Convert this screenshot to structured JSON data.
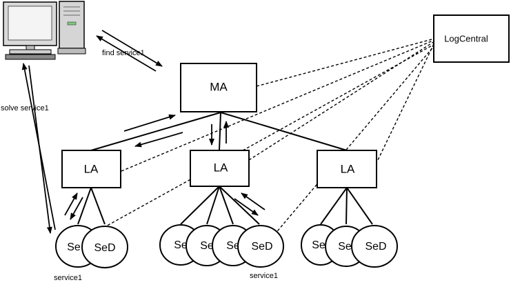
{
  "nodes": {
    "ma": "MA",
    "log_central": "LogCentral",
    "la_1": "LA",
    "la_2": "LA",
    "la_3": "LA",
    "sed_1a": "Se",
    "sed_1b": "SeD",
    "sed_2a": "Se",
    "sed_2b": "Se",
    "sed_2c": "Se",
    "sed_2d": "SeD",
    "sed_3a": "Se",
    "sed_3b": "Se",
    "sed_3c": "SeD"
  },
  "labels": {
    "find_service": "find service1",
    "solve_service": "solve service1",
    "service_left": "service1",
    "service_mid": "service1"
  },
  "icons": {
    "client": "computer-workstation-icon"
  }
}
